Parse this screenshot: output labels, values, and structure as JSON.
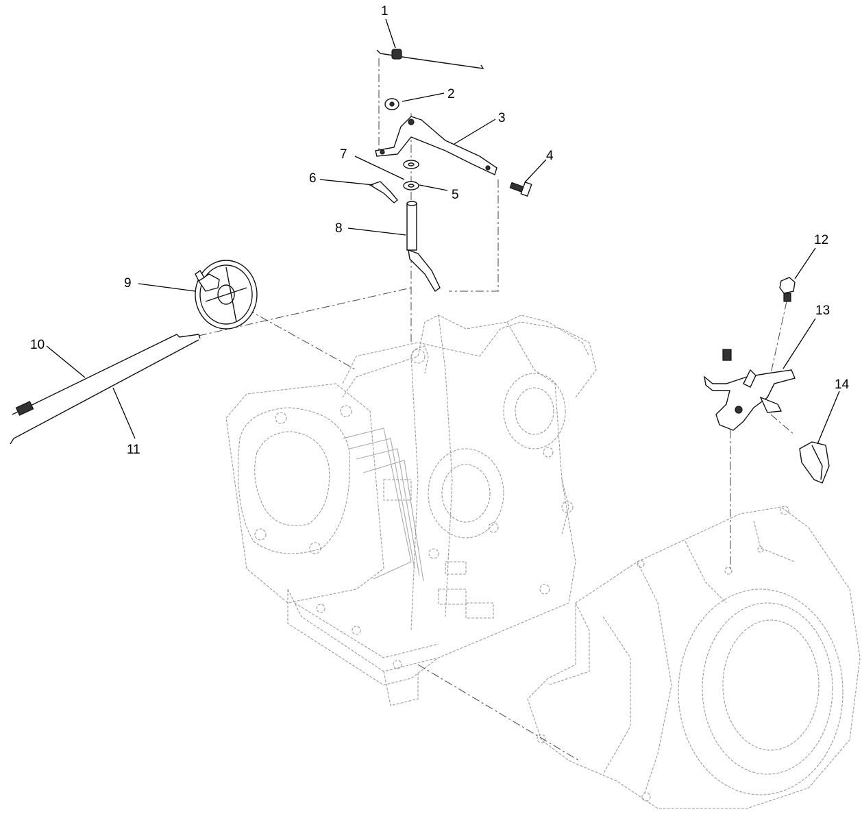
{
  "callouts": [
    {
      "id": "callout-1",
      "label": "1"
    },
    {
      "id": "callout-2",
      "label": "2"
    },
    {
      "id": "callout-3",
      "label": "3"
    },
    {
      "id": "callout-4",
      "label": "4"
    },
    {
      "id": "callout-5",
      "label": "5"
    },
    {
      "id": "callout-6",
      "label": "6"
    },
    {
      "id": "callout-7",
      "label": "7"
    },
    {
      "id": "callout-8",
      "label": "8"
    },
    {
      "id": "callout-9",
      "label": "9"
    },
    {
      "id": "callout-10",
      "label": "10"
    },
    {
      "id": "callout-11",
      "label": "11"
    },
    {
      "id": "callout-12",
      "label": "12"
    },
    {
      "id": "callout-13",
      "label": "13"
    },
    {
      "id": "callout-14",
      "label": "14"
    }
  ]
}
